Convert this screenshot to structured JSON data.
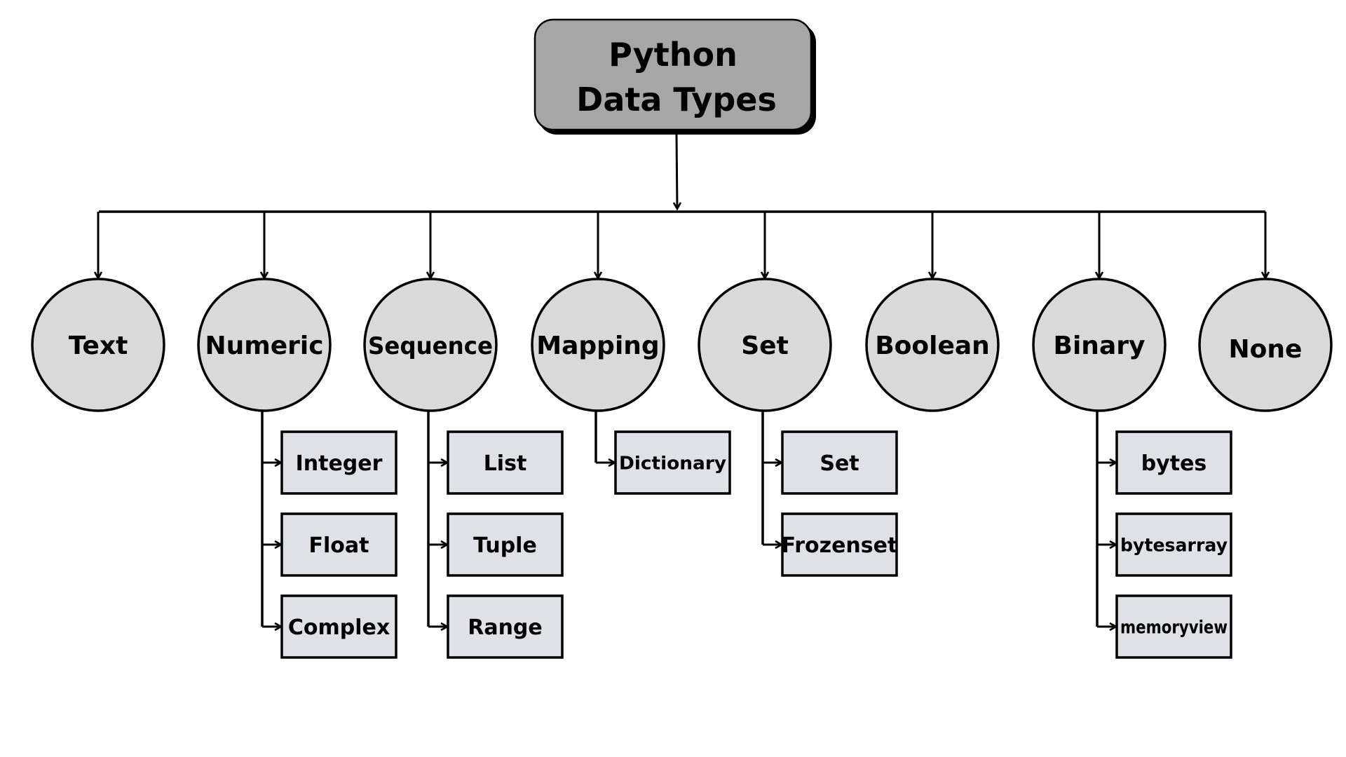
{
  "title": {
    "line1": "Python",
    "line2": "Data Types"
  },
  "colors": {
    "title_fill": "#a6a6a6",
    "category_fill": "#d9d9d9",
    "subtype_fill": "#dfe1e7",
    "stroke": "#000000",
    "background": "#ffffff"
  },
  "categories": [
    {
      "label": "Text",
      "children": []
    },
    {
      "label": "Numeric",
      "children": [
        "Integer",
        "Float",
        "Complex"
      ]
    },
    {
      "label": "Sequence",
      "children": [
        "List",
        "Tuple",
        "Range"
      ]
    },
    {
      "label": "Mapping",
      "children": [
        "Dictionary"
      ]
    },
    {
      "label": "Set",
      "children": [
        "Set",
        "Frozenset"
      ]
    },
    {
      "label": "Boolean",
      "children": []
    },
    {
      "label": "Binary",
      "children": [
        "bytes",
        "bytesarray",
        "memoryview"
      ]
    },
    {
      "label": "None",
      "children": []
    }
  ]
}
